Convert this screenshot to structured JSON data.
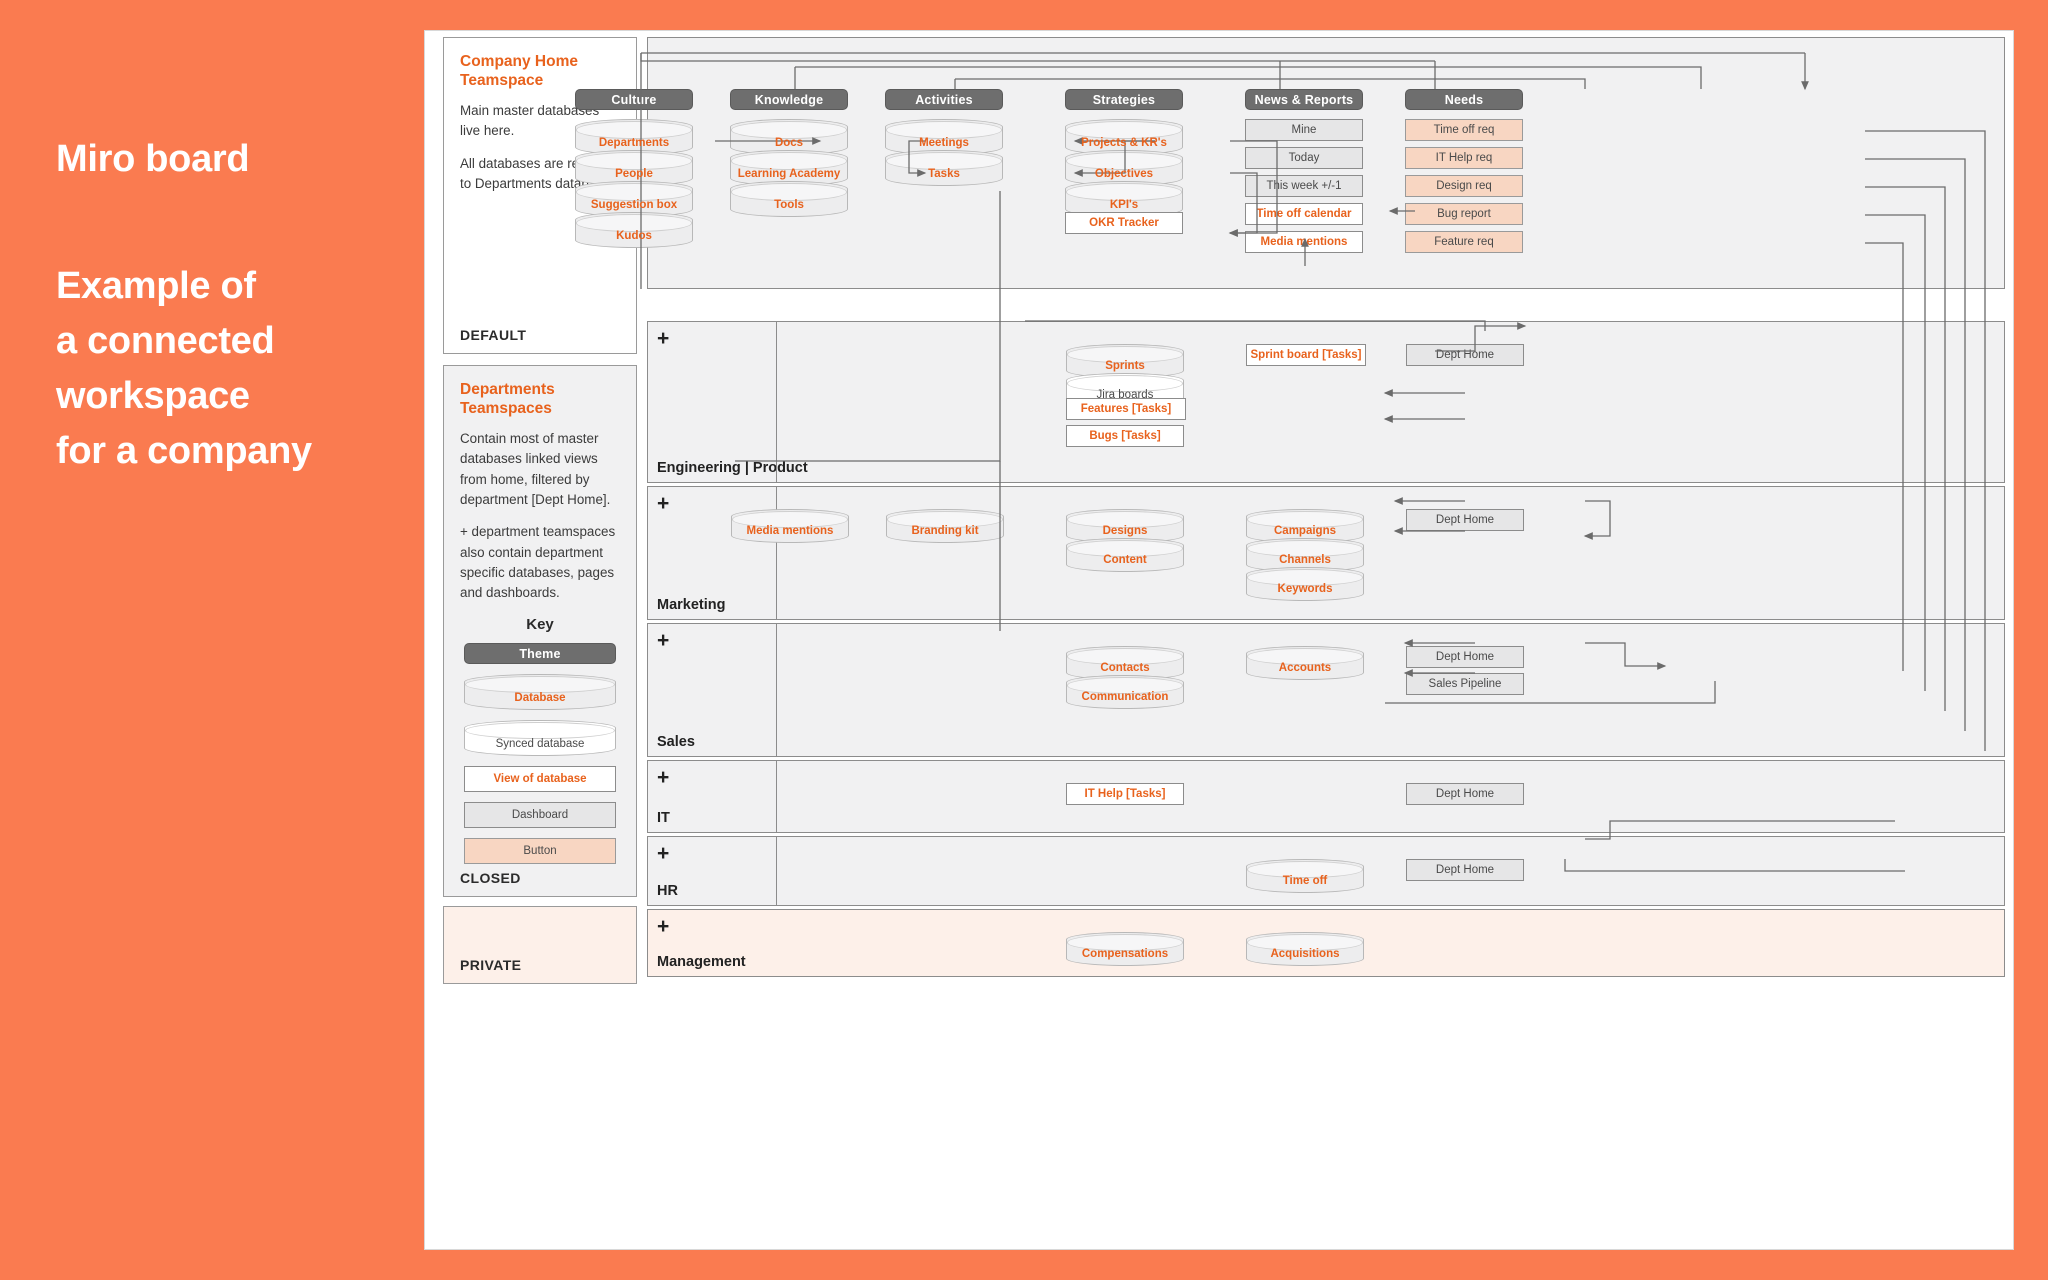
{
  "hero": {
    "lines_a": [
      "Miro board"
    ],
    "lines_b": [
      "Example of",
      "a connected",
      "workspace",
      "for a company"
    ]
  },
  "cards": {
    "home": {
      "title": "Company Home Teamspace",
      "p1": "Main master databases live here.",
      "p2": "All databases are related to Departments database.",
      "footer": "DEFAULT"
    },
    "departments": {
      "title": "Departments Teamspaces",
      "p1": "Contain most of master databases linked views from home, filtered by department [Dept Home].",
      "p2": "+ department teamspaces also contain department specific databases, pages and dashboards.",
      "footer": "CLOSED"
    },
    "private": {
      "footer": "PRIVATE"
    }
  },
  "key": {
    "title": "Key",
    "theme": "Theme",
    "database": "Database",
    "synced": "Synced database",
    "view": "View of database",
    "dashboard": "Dashboard",
    "button": "Button"
  },
  "home_columns": [
    {
      "theme": "Culture",
      "nodes": [
        {
          "label": "Departments",
          "kind": "db"
        },
        {
          "label": "People",
          "kind": "db"
        },
        {
          "label": "Suggestion box",
          "kind": "db"
        },
        {
          "label": "Kudos",
          "kind": "db"
        }
      ]
    },
    {
      "theme": "Knowledge",
      "nodes": [
        {
          "label": "Docs",
          "kind": "db"
        },
        {
          "label": "Learning Academy",
          "kind": "db"
        },
        {
          "label": "Tools",
          "kind": "db"
        }
      ]
    },
    {
      "theme": "Activities",
      "nodes": [
        {
          "label": "Meetings",
          "kind": "db"
        },
        {
          "label": "Tasks",
          "kind": "db"
        }
      ]
    },
    {
      "theme": "Strategies",
      "nodes": [
        {
          "label": "Projects & KR's",
          "kind": "db"
        },
        {
          "label": "Objectives",
          "kind": "db"
        },
        {
          "label": "KPI's",
          "kind": "db"
        },
        {
          "label": "OKR Tracker",
          "kind": "view"
        }
      ]
    },
    {
      "theme": "News & Reports",
      "nodes": [
        {
          "label": "Mine",
          "kind": "dash"
        },
        {
          "label": "Today",
          "kind": "dash"
        },
        {
          "label": "This week +/-1",
          "kind": "dash"
        },
        {
          "label": "Time off calendar",
          "kind": "view"
        },
        {
          "label": "Media mentions",
          "kind": "view"
        }
      ]
    },
    {
      "theme": "Needs",
      "nodes": [
        {
          "label": "Time off req",
          "kind": "btn"
        },
        {
          "label": "IT Help req",
          "kind": "btn"
        },
        {
          "label": "Design req",
          "kind": "btn"
        },
        {
          "label": "Bug report",
          "kind": "btn"
        },
        {
          "label": "Feature req",
          "kind": "btn"
        }
      ]
    }
  ],
  "sections": [
    {
      "name": "Engineering | Product",
      "plus": "+",
      "nodes": [
        {
          "label": "Sprints",
          "kind": "db",
          "col": 3,
          "row": 0
        },
        {
          "label": "Jira boards",
          "kind": "synced",
          "col": 3,
          "row": 1
        },
        {
          "label": "Features [Tasks]",
          "kind": "view",
          "col": 3,
          "row": 2
        },
        {
          "label": "Bugs [Tasks]",
          "kind": "view",
          "col": 3,
          "row": 3
        },
        {
          "label": "Sprint board [Tasks]",
          "kind": "view",
          "col": 4,
          "row": 0
        },
        {
          "label": "Dept Home",
          "kind": "dash",
          "col": 5,
          "row": 0
        }
      ]
    },
    {
      "name": "Marketing",
      "plus": "+",
      "nodes": [
        {
          "label": "Media mentions",
          "kind": "db",
          "col": 1,
          "row": 0
        },
        {
          "label": "Branding kit",
          "kind": "db",
          "col": 2,
          "row": 0
        },
        {
          "label": "Designs",
          "kind": "db",
          "col": 3,
          "row": 0
        },
        {
          "label": "Content",
          "kind": "db",
          "col": 3,
          "row": 1
        },
        {
          "label": "Campaigns",
          "kind": "db",
          "col": 4,
          "row": 0
        },
        {
          "label": "Channels",
          "kind": "db",
          "col": 4,
          "row": 1
        },
        {
          "label": "Keywords",
          "kind": "db",
          "col": 4,
          "row": 2
        },
        {
          "label": "Dept Home",
          "kind": "dash",
          "col": 5,
          "row": 0
        }
      ]
    },
    {
      "name": "Sales",
      "plus": "+",
      "nodes": [
        {
          "label": "Contacts",
          "kind": "db",
          "col": 3,
          "row": 0
        },
        {
          "label": "Communication",
          "kind": "db",
          "col": 3,
          "row": 1
        },
        {
          "label": "Accounts",
          "kind": "db",
          "col": 4,
          "row": 0
        },
        {
          "label": "Dept Home",
          "kind": "dash",
          "col": 5,
          "row": 0
        },
        {
          "label": "Sales Pipeline",
          "kind": "dash",
          "col": 5,
          "row": 1
        }
      ]
    },
    {
      "name": "IT",
      "plus": "+",
      "nodes": [
        {
          "label": "IT Help [Tasks]",
          "kind": "view",
          "col": 3,
          "row": 0
        },
        {
          "label": "Dept Home",
          "kind": "dash",
          "col": 5,
          "row": 0
        }
      ]
    },
    {
      "name": "HR",
      "plus": "+",
      "nodes": [
        {
          "label": "Time off",
          "kind": "db",
          "col": 4,
          "row": 0
        },
        {
          "label": "Dept Home",
          "kind": "dash",
          "col": 5,
          "row": 0
        }
      ]
    },
    {
      "name": "Management",
      "plus": "+",
      "nodes": [
        {
          "label": "Compensations",
          "kind": "db",
          "col": 3,
          "row": 0
        },
        {
          "label": "Acquisitions",
          "kind": "db",
          "col": 4,
          "row": 0
        }
      ]
    }
  ],
  "colors": {
    "brand_orange": "#FA7B50",
    "accent_orange": "#E8621D",
    "theme_grey": "#6E6E6E",
    "panel_grey": "#F1F1F2",
    "button_peach": "#F8D6C2",
    "private_pink": "#FDF0E9"
  }
}
